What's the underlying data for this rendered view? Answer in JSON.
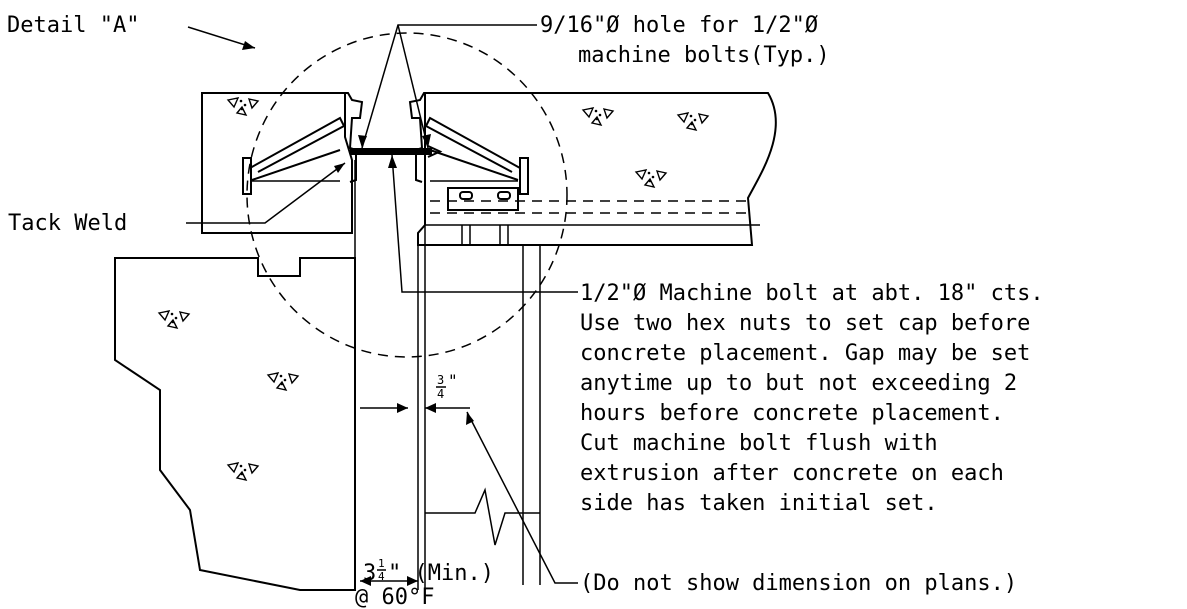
{
  "labels": {
    "detail": "Detail \"A\"",
    "hole_line1": "9/16\"Ø hole for 1/2\"Ø",
    "hole_line2": "machine bolts(Typ.)",
    "tack_weld": "Tack Weld",
    "note_lines": [
      "1/2\"Ø Machine bolt at abt. 18\" cts.",
      "Use two hex nuts to set cap before",
      "concrete placement.  Gap may be set",
      "anytime up to but not exceeding 2",
      "hours before concrete placement.",
      "Cut machine bolt flush with",
      "extrusion after concrete on each",
      "side has taken initial set."
    ],
    "gap_frac_num": "3",
    "gap_frac_den": "4",
    "gap_inch": "\"",
    "dim_note": "(Do not show dimension on plans.)",
    "min_whole": "3",
    "min_num": "1",
    "min_den": "4",
    "min_rest": "\" (Min.)",
    "temp": "@ 60°F"
  }
}
